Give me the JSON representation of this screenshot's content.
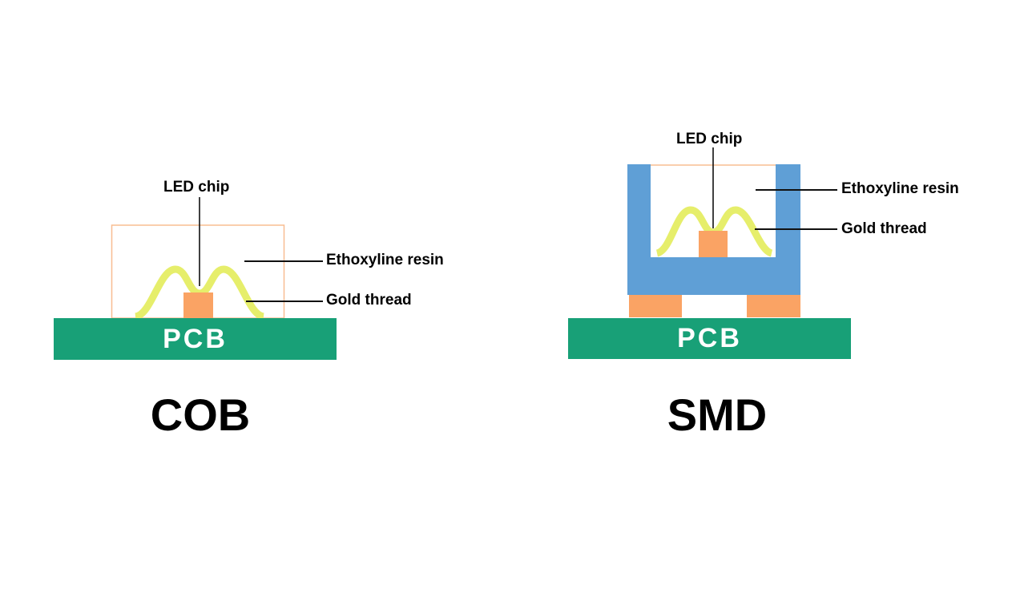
{
  "colors": {
    "pcb_green": "#18A077",
    "chip_orange": "#FAA364",
    "smd_blue": "#5F9FD6",
    "gold_thread": "#E6EE6B",
    "resin_outline": "#F8BD92",
    "line_black": "#111111",
    "pcb_text_white": "#FFFFFF"
  },
  "cob": {
    "title": "COB",
    "pcb_label": "PCB",
    "labels": {
      "led_chip": "LED chip",
      "resin": "Ethoxyline resin",
      "gold": "Gold thread"
    }
  },
  "smd": {
    "title": "SMD",
    "pcb_label": "PCB",
    "labels": {
      "led_chip": "LED chip",
      "resin": "Ethoxyline resin",
      "gold": "Gold thread"
    }
  }
}
